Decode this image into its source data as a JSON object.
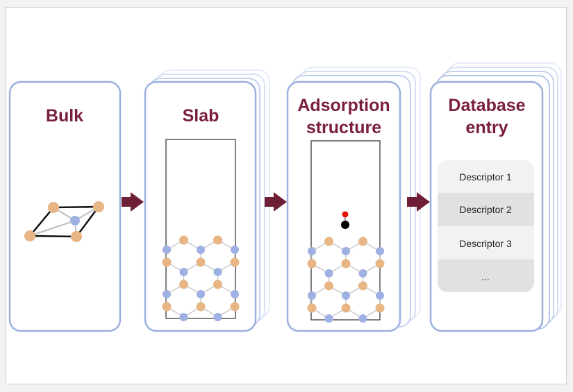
{
  "diagram": {
    "colors": {
      "panel_border": "#9bb0de",
      "title": "#7a1f3b",
      "arrow": "#6e1f35",
      "atom_orange": "#e8b585",
      "atom_blue": "#9fb0e2",
      "adsorbate_top": "#e3120b",
      "adsorbate_bottom": "#000000",
      "descriptor_band_light": "#f2f2f2",
      "descriptor_band_dark": "#e1e1e1"
    },
    "panels": [
      {
        "id": "bulk",
        "title_lines": [
          "Bulk"
        ]
      },
      {
        "id": "slab",
        "title_lines": [
          "Slab"
        ]
      },
      {
        "id": "adsorption",
        "title_lines": [
          "Adsorption",
          "structure"
        ]
      },
      {
        "id": "database",
        "title_lines": [
          "Database",
          "entry"
        ]
      }
    ],
    "descriptors": [
      "Descriptor 1",
      "Descriptor 2",
      "Descriptor 3",
      "..."
    ],
    "arrows": [
      "bulk-to-slab",
      "slab-to-adsorption",
      "adsorption-to-database"
    ]
  }
}
